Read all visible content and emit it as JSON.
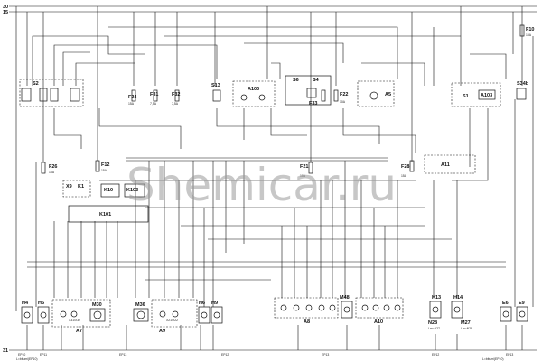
{
  "rails": {
    "r30": "30",
    "r15": "15",
    "r31": "31"
  },
  "top_components": {
    "s2": "S2",
    "f24": "F24",
    "f24_rating": "15A",
    "f31": "F31",
    "f31_rating": "7,5A",
    "f32": "F32",
    "f32_rating": "7,5A",
    "s13": "S13",
    "a100": "A100",
    "s6": "S6",
    "s4": "S4",
    "f33": "F33",
    "f22": "F22",
    "f22_rating": "10A",
    "a5": "A5",
    "s1": "S1",
    "a103": "A103",
    "s34b": "S34b",
    "f10": "F10",
    "f10_rating": "10A"
  },
  "middle_components": {
    "f26": "F26",
    "f26_rating": "10A",
    "f12": "F12",
    "f12_rating": "15A",
    "x9": "X9",
    "k1": "K1",
    "k10": "K10",
    "k103": "K103",
    "f21": "F21",
    "f21_rating": "10A",
    "f28": "F28",
    "f28_rating": "15A",
    "a11": "A11",
    "k101": "K101"
  },
  "bottom_components": {
    "h4": "H4",
    "h5": "H5",
    "a7": "A7",
    "a7_code": "X31/X32",
    "m30": "M30",
    "m36": "M36",
    "a9": "A9",
    "a9_code": "X21/X22",
    "h6": "H6",
    "h9": "H9",
    "a8": "A8",
    "m48": "M48",
    "a10": "A10",
    "h13": "H13",
    "n28": "N28",
    "n28_note": "Lm=N27",
    "h14": "H14",
    "m27": "M27",
    "m27_note": "Lm=N28",
    "e6": "E6",
    "e9": "E9"
  },
  "ground_labels": {
    "g_left1": "EP10",
    "g_left2": "EP11",
    "g_left3": "EP13",
    "g_mid1": "EP12",
    "g_mid2": "EP13",
    "g_right1": "EP12",
    "g_right2": "EP13",
    "note_left": "L=bitumi(EP10)",
    "note_right": "L=bitumi(EP10)"
  },
  "watermark": "Shemicar.ru"
}
